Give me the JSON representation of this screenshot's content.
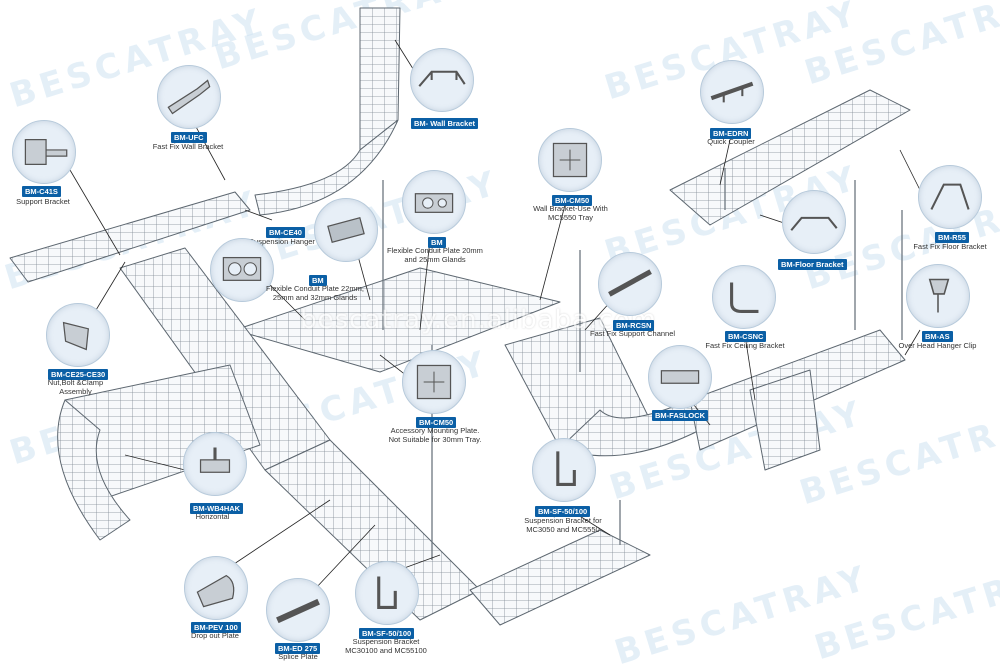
{
  "watermark": "BESCATRAY",
  "center_watermark": "bescatray.en.alibaba.com",
  "callouts": [
    {
      "id": "c41s",
      "code": "BM-C41S",
      "desc": "Support Bracket",
      "icon": "support-bracket-icon"
    },
    {
      "id": "ufc",
      "code": "BM-UFC",
      "desc": "Fast Fix Wall Bracket",
      "icon": "wall-bracket-icon"
    },
    {
      "id": "wall",
      "code": "BM- Wall Bracket",
      "desc": "",
      "icon": "wall-bracket-icon"
    },
    {
      "id": "ce40",
      "code": "BM-CE40",
      "desc": "Suspension Hanger",
      "icon": "suspension-hanger-icon"
    },
    {
      "id": "bm1",
      "code": "BM",
      "desc": "Flexible Conduit Plate 22mm,\n25mm and 32mm Glands",
      "icon": "conduit-plate-icon"
    },
    {
      "id": "bm2",
      "code": "BM",
      "desc": "Flexible Conduit Plate 20mm\nand 25mm Glands",
      "icon": "conduit-plate-icon"
    },
    {
      "id": "cm50a",
      "code": "BM-CM50",
      "desc": "Wall Bracket-Use With\nMC5550 Tray",
      "icon": "mounting-plate-icon"
    },
    {
      "id": "edrn",
      "code": "BM-EDRN",
      "desc": "Quick Coupler",
      "icon": "quick-coupler-icon"
    },
    {
      "id": "r55",
      "code": "BM-R55",
      "desc": "Fast Fix Floor Bracket",
      "icon": "floor-bracket-icon"
    },
    {
      "id": "floor",
      "code": "BM-Floor Bracket",
      "desc": "",
      "icon": "floor-bracket-icon"
    },
    {
      "id": "csnc",
      "code": "BM-CSNC",
      "desc": "Fast Fix Ceiling Bracket",
      "icon": "ceiling-bracket-icon"
    },
    {
      "id": "as",
      "code": "BM-AS",
      "desc": "Over Head Hanger Clip",
      "icon": "hanger-clip-icon"
    },
    {
      "id": "rcsn",
      "code": "BM-RCSN",
      "desc": "Fast Fix Support Channel",
      "icon": "support-channel-icon"
    },
    {
      "id": "faslock",
      "code": "BM-FASLOCK",
      "desc": "",
      "icon": "faslock-icon"
    },
    {
      "id": "ce25",
      "code": "BM-CE25-CE30",
      "desc": "Nut,Bolt &Clamp\nAssembly",
      "icon": "clamp-assembly-icon"
    },
    {
      "id": "cm50b",
      "code": "BM-CM50",
      "desc": "Accessory Mounting Plate.\nNot Suitable for 30mm Tray.",
      "icon": "mounting-plate-icon"
    },
    {
      "id": "wb4hak",
      "code": "BM-WB4HAK",
      "desc": "Horizontal",
      "icon": "horizontal-bracket-icon"
    },
    {
      "id": "sf50a",
      "code": "BM-SF-50/100",
      "desc": "Suspension Bracket for\nMC3050 and MC5550",
      "icon": "suspension-bracket-icon"
    },
    {
      "id": "pev",
      "code": "BM-PEV 100",
      "desc": "Drop out Plate",
      "icon": "drop-out-plate-icon"
    },
    {
      "id": "ed275",
      "code": "BM-ED 275",
      "desc": "Splice Plate",
      "icon": "splice-plate-icon"
    },
    {
      "id": "sf50b",
      "code": "BM-SF-50/100",
      "desc": "Suspension Bracket\nMC30100 and MC55100",
      "icon": "suspension-bracket-icon"
    }
  ]
}
